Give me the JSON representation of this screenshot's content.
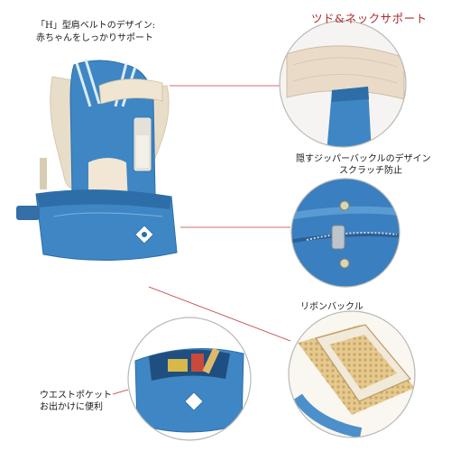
{
  "labels": {
    "belt_line1": "「H」型肩ベルトのデザイン:",
    "belt_line2": "赤ちゃんをしっかりサポート",
    "shoulder_support": "ツド&ネックサポート",
    "zipper_line1": "隠すジッパーバックルのデザイン",
    "zipper_line2": "スクラッチ防止",
    "ribbon_buckle": "リボンバックル",
    "pocket_line1": "ウエストポケット",
    "pocket_line2": "お出かけに便利"
  },
  "colors": {
    "carrier_blue": "#3f86c4",
    "carrier_dark": "#2d6ea8",
    "padding_beige": "#e8ddc8",
    "label_red": "#b0282c",
    "leader_red": "#c0393c",
    "circle_border": "#b8b8b8"
  },
  "icons": [
    "carrier-product-image",
    "shoulder-pad-closeup",
    "zipper-closeup",
    "buckle-closeup",
    "pocket-closeup"
  ]
}
